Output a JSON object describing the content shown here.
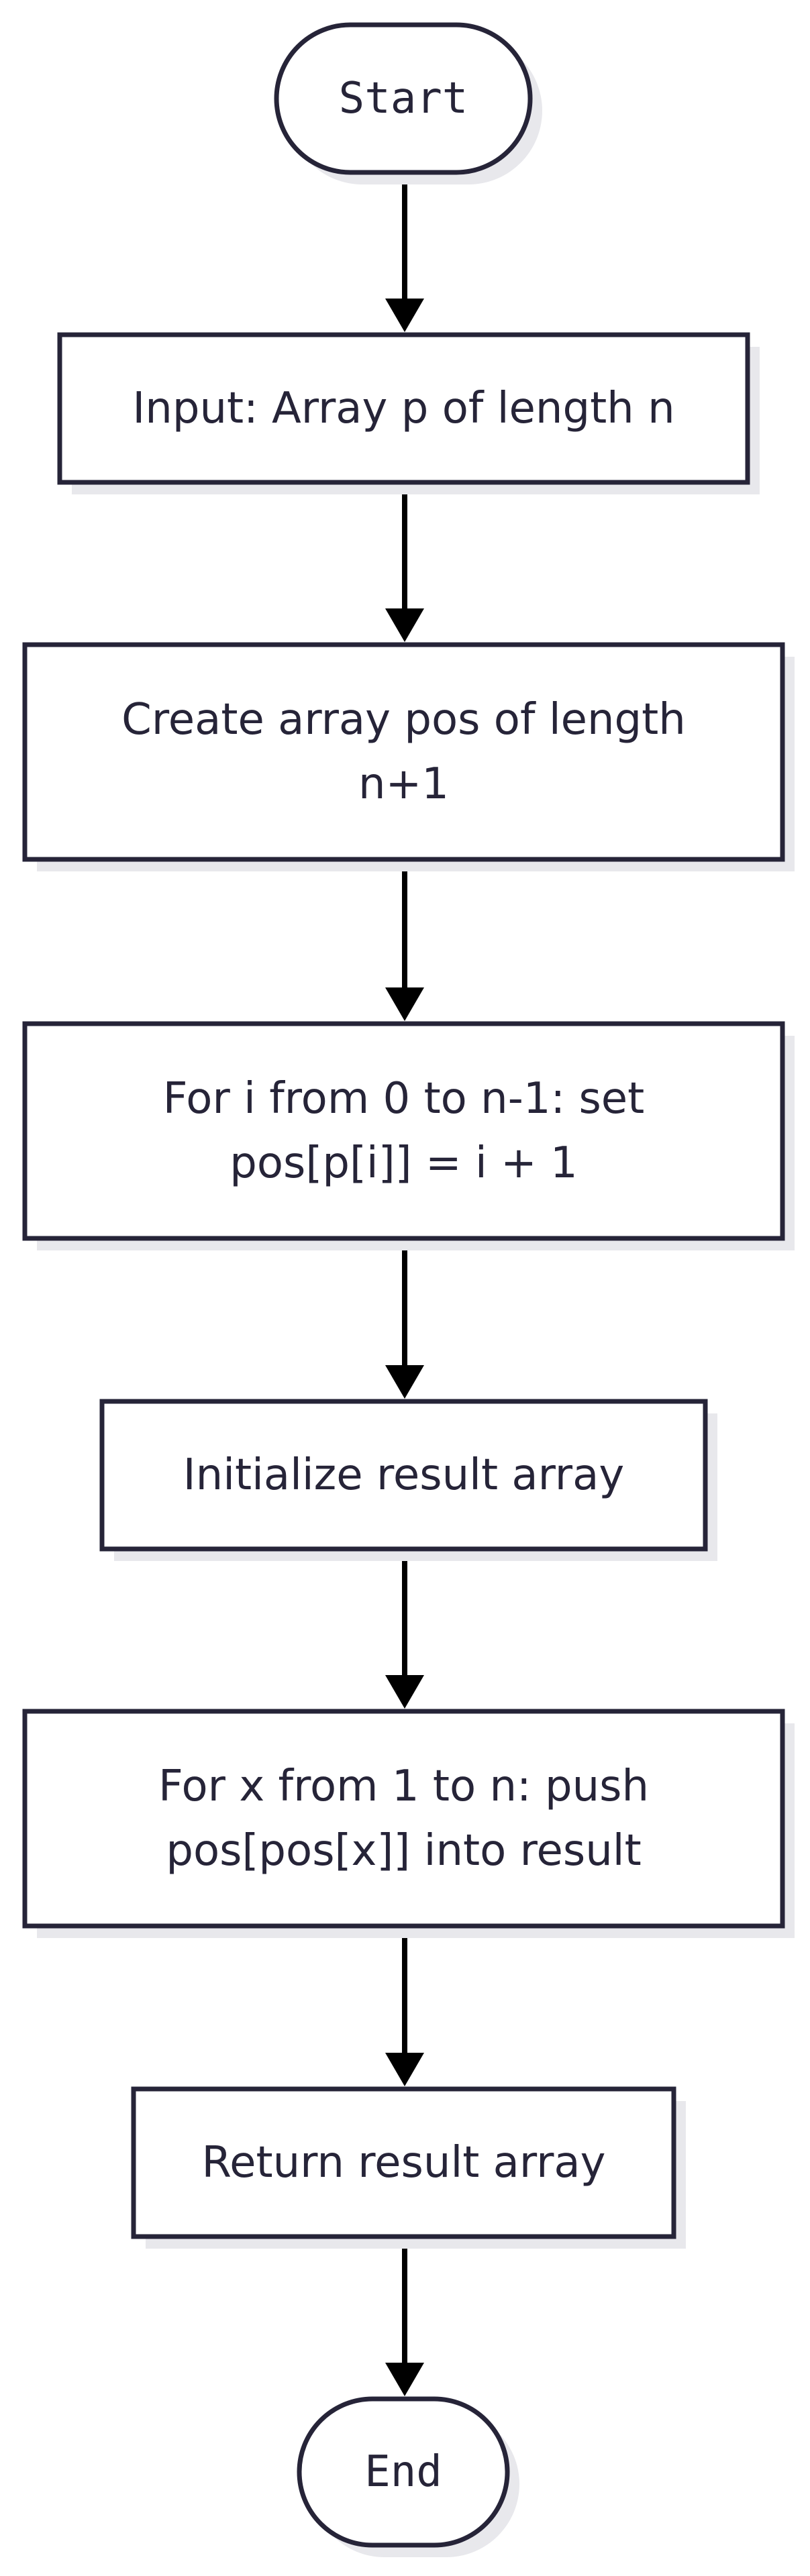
{
  "diagram": {
    "type": "flowchart",
    "direction": "top-to-bottom",
    "colors": {
      "stroke": "#262438",
      "text": "#262438",
      "arrow": "#000000",
      "fill": "#ffffff",
      "shadow": "#e8e8ec"
    },
    "nodes": [
      {
        "id": "start",
        "shape": "terminal",
        "lines": [
          "Start"
        ]
      },
      {
        "id": "input",
        "shape": "process",
        "lines": [
          "Input: Array p of length n"
        ]
      },
      {
        "id": "create-pos",
        "shape": "process",
        "lines": [
          "Create array pos of length",
          "n+1"
        ]
      },
      {
        "id": "fill-pos",
        "shape": "process",
        "lines": [
          "For i from 0 to n-1: set",
          "pos[p[i]] = i + 1"
        ]
      },
      {
        "id": "init-result",
        "shape": "process",
        "lines": [
          "Initialize result array"
        ]
      },
      {
        "id": "push-loop",
        "shape": "process",
        "lines": [
          "For x from 1 to n: push",
          "pos[pos[x]] into result"
        ]
      },
      {
        "id": "return-result",
        "shape": "process",
        "lines": [
          "Return result array"
        ]
      },
      {
        "id": "end",
        "shape": "terminal",
        "lines": [
          "End"
        ]
      }
    ],
    "edges": [
      {
        "from": "start",
        "to": "input"
      },
      {
        "from": "input",
        "to": "create-pos"
      },
      {
        "from": "create-pos",
        "to": "fill-pos"
      },
      {
        "from": "fill-pos",
        "to": "init-result"
      },
      {
        "from": "init-result",
        "to": "push-loop"
      },
      {
        "from": "push-loop",
        "to": "return-result"
      },
      {
        "from": "return-result",
        "to": "end"
      }
    ]
  }
}
